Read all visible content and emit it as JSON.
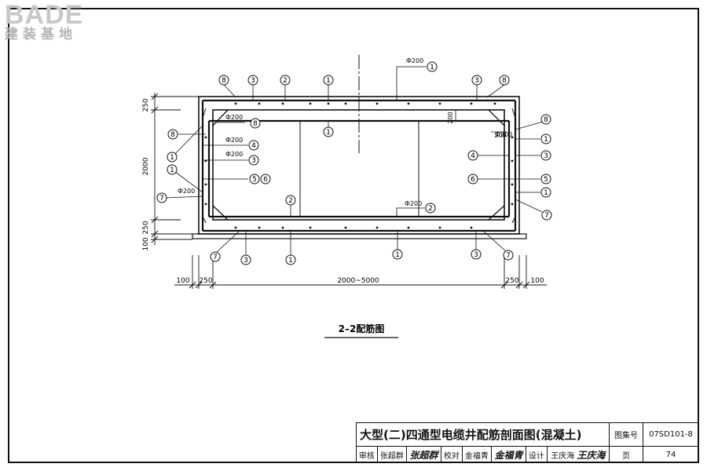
{
  "logo": {
    "brand": "BADE",
    "subtitle": "建装基地"
  },
  "drawing": {
    "caption": "2–2配筋图",
    "dims": {
      "d250a": "250",
      "d2000": "2000",
      "d250b": "250",
      "d100": "100",
      "b100l": "100",
      "b250l": "250",
      "span": "2000~5000",
      "b250r": "250",
      "b100r": "100",
      "s200": "200",
      "s200b": "200"
    },
    "spacing": {
      "a": "Ф200",
      "b": "Ф200",
      "c": "Ф200",
      "d": "Ф200",
      "e": "Ф200",
      "f": "Ф200",
      "g": "Ф200"
    },
    "marks": [
      "8",
      "3",
      "2",
      "1",
      "1",
      "3",
      "8",
      "8",
      "1",
      "8",
      "1",
      "1",
      "7",
      "4",
      "3",
      "6",
      "5",
      "1",
      "7",
      "2",
      "2",
      "7",
      "3",
      "1",
      "1",
      "3",
      "7",
      "4",
      "3",
      "5",
      "6"
    ]
  },
  "titleblock": {
    "title": "大型(二)四通型电缆井配筋剖面图(混凝土)",
    "atlas_label": "图集号",
    "atlas_no": "07SD101-8",
    "review_label": "审核",
    "reviewer": "张超群",
    "review_sig": "张超群",
    "check_label": "校对",
    "checker": "金福青",
    "check_sig": "金福青",
    "design_label": "设计",
    "designer": "王庆海",
    "design_sig": "王庆海",
    "page_label": "页",
    "page_no": "74"
  }
}
